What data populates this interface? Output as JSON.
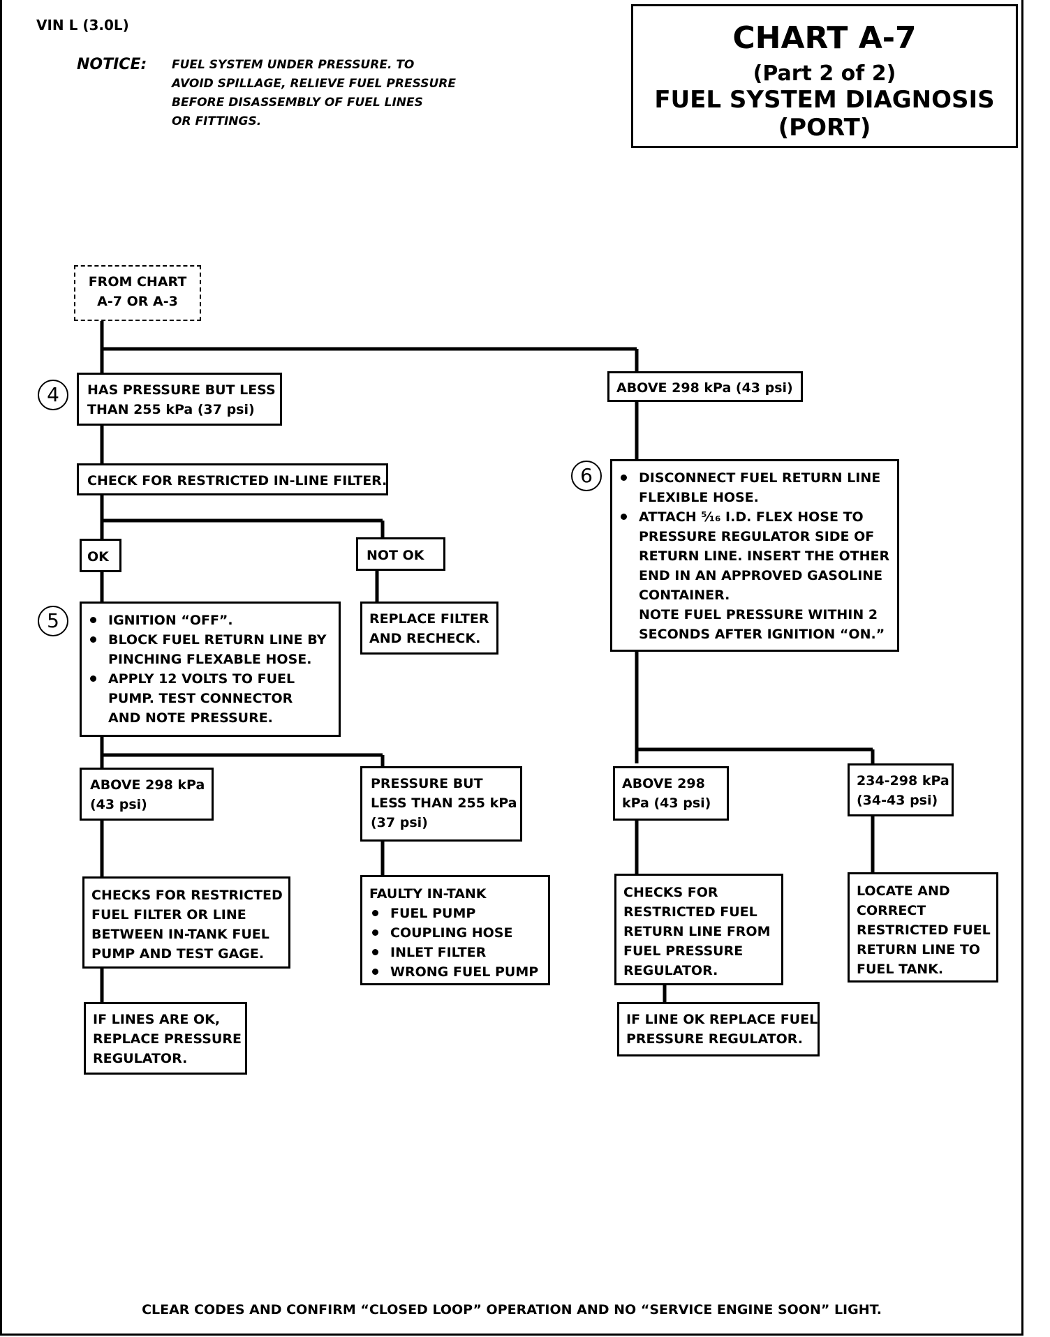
{
  "header": {
    "vin": "VIN L (3.0L)",
    "notice_label": "NOTICE:",
    "notice_lines": [
      "FUEL SYSTEM UNDER PRESSURE.  TO",
      "AVOID SPILLAGE, RELIEVE FUEL PRESSURE",
      "BEFORE  DISASSEMBLY OF  FUEL LINES",
      "OR FITTINGS."
    ]
  },
  "title": {
    "chart": "CHART A-7",
    "part": "(Part  2 of 2)",
    "line1": "FUEL SYSTEM DIAGNOSIS",
    "line2": "(PORT)"
  },
  "nodes": {
    "from_chart": [
      "FROM CHART",
      "A-7 OR A-3"
    ],
    "step4_label": "4",
    "step5_label": "5",
    "step6_label": "6",
    "has_pressure": [
      "HAS PRESSURE BUT LESS",
      "THAN 255 kPa (37 psi)"
    ],
    "above_298_top": "ABOVE 298 kPa (43 psi)",
    "check_filter": "CHECK FOR RESTRICTED IN-LINE FILTER.",
    "ok": "OK",
    "not_ok": "NOT OK",
    "replace_filter": [
      "REPLACE FILTER",
      "AND RECHECK."
    ],
    "step5_bullets": [
      [
        "IGNITION “OFF”."
      ],
      [
        "BLOCK FUEL RETURN LINE BY",
        "PINCHING FLEXABLE HOSE."
      ],
      [
        "APPLY 12 VOLTS TO FUEL",
        "PUMP.  TEST CONNECTOR",
        "AND NOTE PRESSURE."
      ]
    ],
    "step6_bullets": [
      [
        "DISCONNECT FUEL RETURN LINE",
        "FLEXIBLE HOSE."
      ],
      [
        "ATTACH ⁵⁄₁₆ I.D. FLEX HOSE TO",
        "PRESSURE REGULATOR SIDE OF",
        "RETURN LINE. INSERT THE OTHER",
        "END IN  AN APPROVED GASOLINE",
        "CONTAINER.",
        "NOTE FUEL PRESSURE WITHIN 2",
        "SECONDS AFTER IGNITION “ON.”"
      ]
    ],
    "above_298_left": [
      "ABOVE 298 kPa",
      "(43 psi)"
    ],
    "pressure_less": [
      "PRESSURE BUT",
      "LESS THAN 255 kPa",
      "(37 psi)"
    ],
    "above_298_right": [
      "ABOVE 298",
      "kPa (43 psi)"
    ],
    "range_234": [
      "234-298 kPa",
      "(34-43 psi)"
    ],
    "checks_filter_line": [
      "CHECKS FOR RESTRICTED",
      "FUEL FILTER OR  LINE",
      "BETWEEN IN-TANK FUEL",
      "PUMP AND TEST GAGE."
    ],
    "faulty_title": "FAULTY IN-TANK",
    "faulty_items": [
      "FUEL PUMP",
      "COUPLING HOSE",
      "INLET FILTER",
      "WRONG FUEL PUMP"
    ],
    "checks_return": [
      "CHECKS FOR",
      "RESTRICTED FUEL",
      "RETURN LINE FROM",
      "FUEL PRESSURE",
      "REGULATOR."
    ],
    "locate_correct": [
      "LOCATE AND",
      "CORRECT",
      "RESTRICTED FUEL",
      "RETURN LINE TO",
      "FUEL TANK."
    ],
    "if_lines_ok": [
      "IF LINES ARE OK,",
      "REPLACE PRESSURE",
      "REGULATOR."
    ],
    "if_line_ok": [
      "IF LINE OK REPLACE FUEL",
      "PRESSURE REGULATOR."
    ]
  },
  "footer": "CLEAR CODES AND CONFIRM “CLOSED LOOP” OPERATION AND NO “SERVICE ENGINE SOON” LIGHT."
}
